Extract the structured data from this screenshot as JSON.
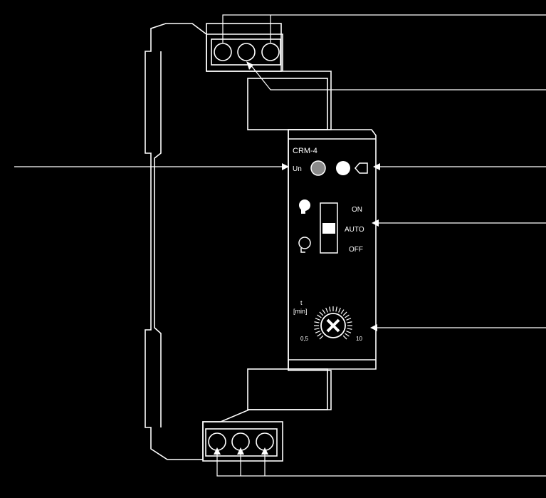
{
  "device": {
    "model": "CRM-4",
    "supply_label": "Un",
    "switch_positions": [
      "ON",
      "AUTO",
      "OFF"
    ],
    "dial": {
      "label_line1": "t",
      "label_line2": "[min]",
      "min_label": "0,5",
      "max_label": "10"
    }
  },
  "colors": {
    "background": "#000000",
    "line": "#ffffff",
    "led_off": "#8a8a8a"
  }
}
